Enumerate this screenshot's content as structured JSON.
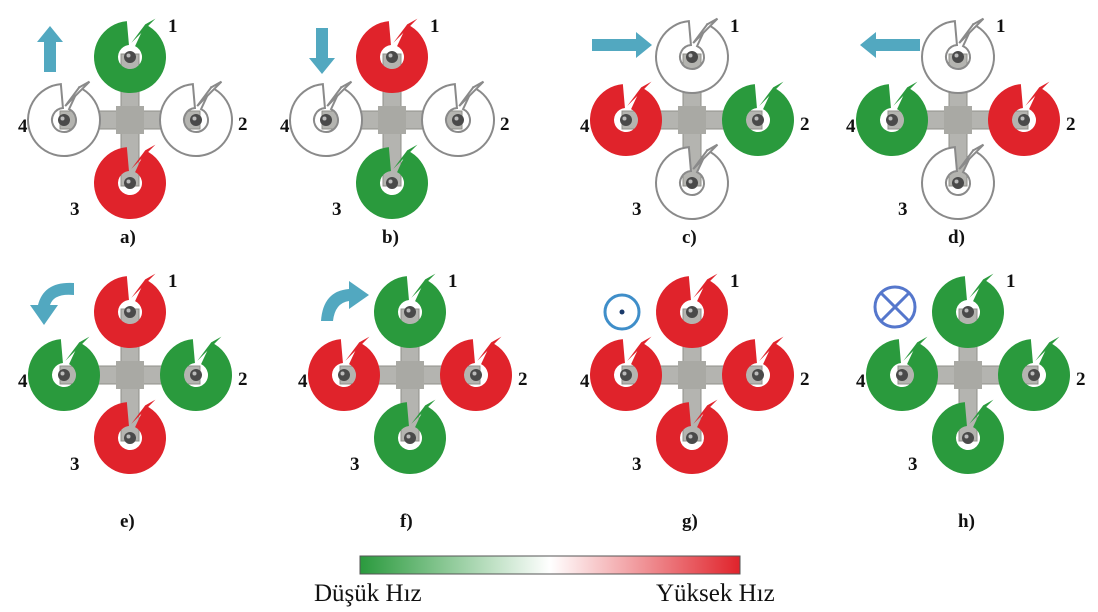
{
  "colors": {
    "high": "#e0232b",
    "low": "#2a9a3d",
    "neutral": "#ffffff",
    "rotor_outline": "#8a8a8a",
    "frame": "#b4b4b0",
    "arrow": "#52a8c0",
    "z_symbol": "#3f8ec9",
    "x_symbol": "#5577cc"
  },
  "panels": [
    {
      "caption": "a)",
      "indicator": "arrow-up-icon",
      "rotors": [
        {
          "label": "1",
          "speed": "low"
        },
        {
          "label": "2",
          "speed": "neutral"
        },
        {
          "label": "3",
          "speed": "high"
        },
        {
          "label": "4",
          "speed": "neutral"
        }
      ]
    },
    {
      "caption": "b)",
      "indicator": "arrow-down-icon",
      "rotors": [
        {
          "label": "1",
          "speed": "high"
        },
        {
          "label": "2",
          "speed": "neutral"
        },
        {
          "label": "3",
          "speed": "low"
        },
        {
          "label": "4",
          "speed": "neutral"
        }
      ]
    },
    {
      "caption": "c)",
      "indicator": "arrow-right-icon",
      "rotors": [
        {
          "label": "1",
          "speed": "neutral"
        },
        {
          "label": "2",
          "speed": "low"
        },
        {
          "label": "3",
          "speed": "neutral"
        },
        {
          "label": "4",
          "speed": "high"
        }
      ]
    },
    {
      "caption": "d)",
      "indicator": "arrow-left-icon",
      "rotors": [
        {
          "label": "1",
          "speed": "neutral"
        },
        {
          "label": "2",
          "speed": "high"
        },
        {
          "label": "3",
          "speed": "neutral"
        },
        {
          "label": "4",
          "speed": "low"
        }
      ]
    },
    {
      "caption": "e)",
      "indicator": "rotate-ccw-arrow-icon",
      "rotors": [
        {
          "label": "1",
          "speed": "high"
        },
        {
          "label": "2",
          "speed": "low"
        },
        {
          "label": "3",
          "speed": "high"
        },
        {
          "label": "4",
          "speed": "low"
        }
      ]
    },
    {
      "caption": "f)",
      "indicator": "rotate-cw-arrow-icon",
      "rotors": [
        {
          "label": "1",
          "speed": "low"
        },
        {
          "label": "2",
          "speed": "high"
        },
        {
          "label": "3",
          "speed": "low"
        },
        {
          "label": "4",
          "speed": "high"
        }
      ]
    },
    {
      "caption": "g)",
      "indicator": "out-of-page-dot-icon",
      "rotors": [
        {
          "label": "1",
          "speed": "high"
        },
        {
          "label": "2",
          "speed": "high"
        },
        {
          "label": "3",
          "speed": "high"
        },
        {
          "label": "4",
          "speed": "high"
        }
      ]
    },
    {
      "caption": "h)",
      "indicator": "into-page-cross-icon",
      "rotors": [
        {
          "label": "1",
          "speed": "low"
        },
        {
          "label": "2",
          "speed": "low"
        },
        {
          "label": "3",
          "speed": "low"
        },
        {
          "label": "4",
          "speed": "low"
        }
      ]
    }
  ],
  "legend": {
    "low_label": "Düşük Hız",
    "high_label": "Yüksek Hız"
  }
}
